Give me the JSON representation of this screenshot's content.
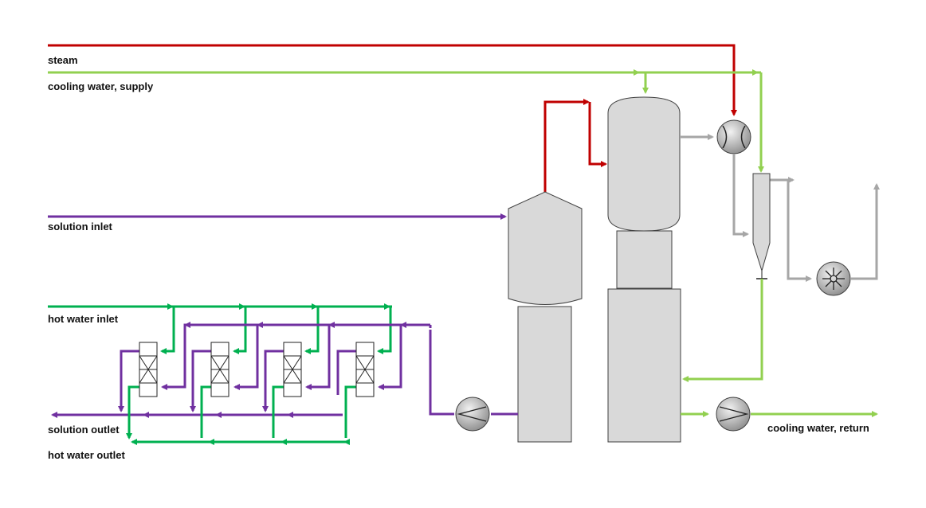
{
  "labels": {
    "steam": "steam",
    "cooling_supply": "cooling water, supply",
    "solution_inlet": "solution inlet",
    "hot_water_inlet": "hot water inlet",
    "solution_outlet": "solution outlet",
    "hot_water_outlet": "hot water outlet",
    "cooling_return": "cooling water, return"
  },
  "colors": {
    "steam": "#c00000",
    "cooling_water": "#92d050",
    "solution": "#7030a0",
    "hot_water": "#00b050",
    "vapor": "#a6a6a6",
    "vessel_fill": "#d9d9d9",
    "outline": "#404040"
  },
  "icons": {
    "pump": "pump-icon",
    "condenser": "heat-exchanger-icon",
    "separator": "cyclone-separator-icon",
    "vacuum_pump": "vacuum-pump-icon",
    "plate_exchanger": "plate-heat-exchanger-icon"
  }
}
